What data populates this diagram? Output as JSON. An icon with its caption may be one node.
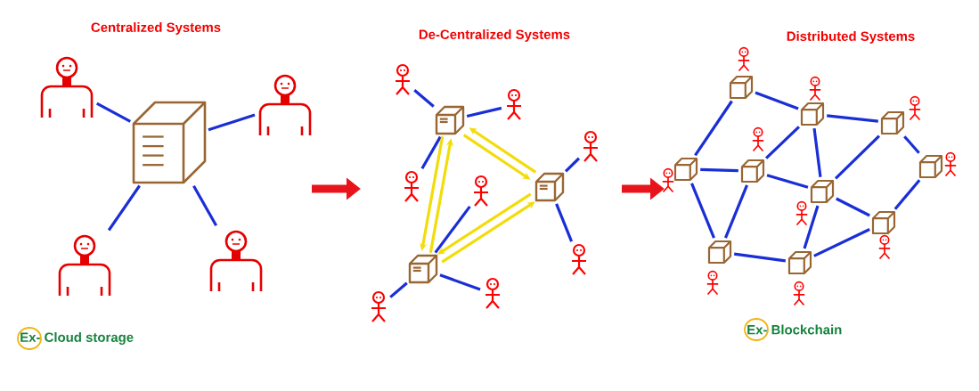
{
  "diagram": {
    "nodes": [
      {
        "text": [],
        "shape": "box"
      },
      {
        "text": [],
        "shape": "person"
      },
      {
        "text": [],
        "shape": "person"
      },
      {
        "text": [],
        "shape": "person"
      },
      {
        "text": [],
        "shape": "person"
      },
      {
        "text": [],
        "shape": "box"
      },
      {
        "text": [],
        "shape": "box"
      },
      {
        "text": [],
        "shape": "box"
      },
      {
        "text": [],
        "shape": "person"
      },
      {
        "text": [],
        "shape": "person"
      },
      {
        "text": [],
        "shape": "person"
      },
      {
        "text": [],
        "shape": "person"
      },
      {
        "text": [],
        "shape": "person"
      },
      {
        "text": [],
        "shape": "person"
      },
      {
        "text": [],
        "shape": "person"
      },
      {
        "text": [],
        "shape": "person"
      },
      {
        "text": [],
        "shape": "box"
      },
      {
        "text": [],
        "shape": "box"
      },
      {
        "text": [],
        "shape": "box"
      },
      {
        "text": [],
        "shape": "box"
      },
      {
        "text": [],
        "shape": "box"
      },
      {
        "text": [],
        "shape": "box"
      },
      {
        "text": [],
        "shape": "box"
      },
      {
        "text": [],
        "shape": "box"
      },
      {
        "text": [],
        "shape": "box"
      },
      {
        "text": [],
        "shape": "box"
      },
      {
        "text": [],
        "shape": "person"
      },
      {
        "text": [],
        "shape": "person"
      },
      {
        "text": [],
        "shape": "person"
      },
      {
        "text": [],
        "shape": "person"
      },
      {
        "text": [],
        "shape": "person"
      },
      {
        "text": [],
        "shape": "person"
      },
      {
        "text": [],
        "shape": "person"
      },
      {
        "text": [],
        "shape": "person"
      },
      {
        "text": [],
        "shape": "person"
      },
      {
        "text": [],
        "shape": "person"
      }
    ],
    "edges": [
      {
        "from": 0,
        "to": 1,
        "arrow": "none"
      },
      {
        "from": 0,
        "to": 2,
        "arrow": "none"
      },
      {
        "from": 0,
        "to": 3,
        "arrow": "none"
      },
      {
        "from": 0,
        "to": 4,
        "arrow": "none"
      },
      {
        "from": 5,
        "to": 8,
        "arrow": "none"
      },
      {
        "from": 5,
        "to": 9,
        "arrow": "none"
      },
      {
        "from": 5,
        "to": 10,
        "arrow": "none"
      },
      {
        "from": 6,
        "to": 11,
        "arrow": "none"
      },
      {
        "from": 6,
        "to": 13,
        "arrow": "none"
      },
      {
        "from": 7,
        "to": 12,
        "arrow": "none"
      },
      {
        "from": 7,
        "to": 14,
        "arrow": "none"
      },
      {
        "from": 7,
        "to": 15,
        "arrow": "none"
      },
      {
        "from": 5,
        "to": 7,
        "arrow": "to",
        "color": "#f2dc0a"
      },
      {
        "from": 7,
        "to": 5,
        "arrow": "to",
        "color": "#f2dc0a"
      },
      {
        "from": 5,
        "to": 6,
        "arrow": "to",
        "color": "#f2dc0a"
      },
      {
        "from": 6,
        "to": 5,
        "arrow": "to",
        "color": "#f2dc0a"
      },
      {
        "from": 6,
        "to": 7,
        "arrow": "to",
        "color": "#f2dc0a"
      },
      {
        "from": 7,
        "to": 6,
        "arrow": "to",
        "color": "#f2dc0a"
      },
      {
        "from": 16,
        "to": 19,
        "arrow": "none"
      },
      {
        "from": 16,
        "to": 17,
        "arrow": "none"
      },
      {
        "from": 17,
        "to": 18,
        "arrow": "none"
      },
      {
        "from": 17,
        "to": 20,
        "arrow": "none"
      },
      {
        "from": 17,
        "to": 21,
        "arrow": "none"
      },
      {
        "from": 18,
        "to": 21,
        "arrow": "none"
      },
      {
        "from": 18,
        "to": 22,
        "arrow": "none"
      },
      {
        "from": 19,
        "to": 20,
        "arrow": "none"
      },
      {
        "from": 19,
        "to": 24,
        "arrow": "none"
      },
      {
        "from": 20,
        "to": 21,
        "arrow": "none"
      },
      {
        "from": 20,
        "to": 24,
        "arrow": "none"
      },
      {
        "from": 21,
        "to": 25,
        "arrow": "none"
      },
      {
        "from": 21,
        "to": 23,
        "arrow": "none"
      },
      {
        "from": 23,
        "to": 25,
        "arrow": "none"
      },
      {
        "from": 23,
        "to": 22,
        "arrow": "none"
      },
      {
        "from": 24,
        "to": 25,
        "arrow": "none"
      }
    ],
    "labels": [
      "Centralized Systems",
      "De-Centralized Systems",
      "Distributed Systems",
      "Ex- Cloud storage",
      "Ex- Blockchain"
    ]
  }
}
